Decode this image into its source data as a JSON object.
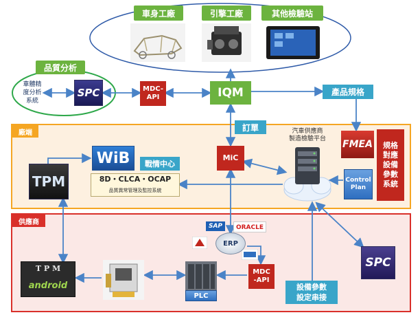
{
  "top_labels": {
    "body_plant": "車身工廠",
    "engine_plant": "引擎工廠",
    "other_station": "其他檢驗站"
  },
  "quality": {
    "label": "品質分析",
    "vehicle_analysis": "車體精\n度分析\n系統",
    "spc": "SPC"
  },
  "mdc_api_top": "MDC-\nAPI",
  "iqm": "IQM",
  "product_spec": "產品規格",
  "order_label": "訂單",
  "zones": {
    "factory": "廠端",
    "supplier": "供應商"
  },
  "platform": "汽車供應商\n製造檢驗平台",
  "fmea": "FMEA",
  "spec_system": "規格\n對應\n設備\n參數\n系統",
  "control_plan": "Control\nPlan",
  "mic": "MiC",
  "wib": "WiB",
  "war_center": "戰情中心",
  "clca": {
    "title": "8D・CLCA・OCAP",
    "subtitle": "品質異常管理及監控系統"
  },
  "tpm": "TPM",
  "tpm_android": {
    "letters": "T P M",
    "word": "android"
  },
  "erp": {
    "label": "ERP",
    "sap": "SAP",
    "oracle": "ORACLE"
  },
  "mdc_api_bottom": "MDC\n-API",
  "plc": "PLC",
  "device_params": "設備參數\n設定串接",
  "spc_bottom": "SPC",
  "colors": {
    "green": "#6cb33f",
    "teal": "#39a5c9",
    "red": "#c0271e",
    "orange_border": "#f5a623",
    "red_border": "#d9302a",
    "arrow": "#4a83c7"
  }
}
